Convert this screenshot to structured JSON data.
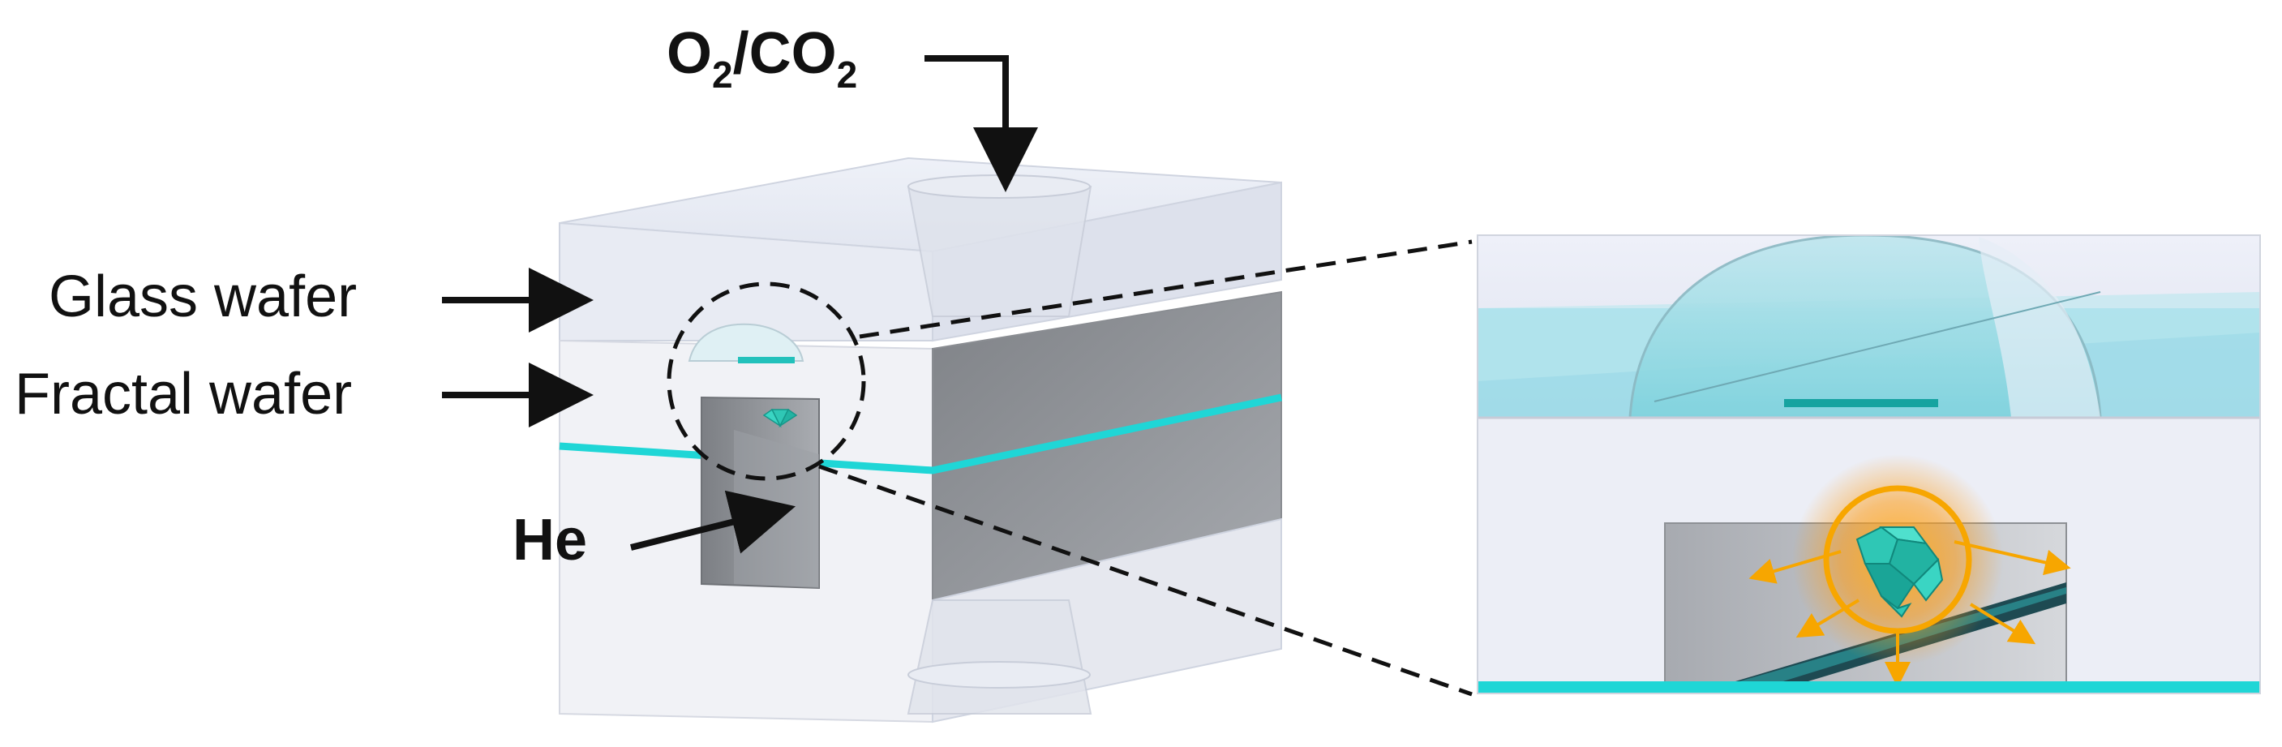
{
  "labels": {
    "gas_inlet_main": "O",
    "gas_inlet_sub1": "2",
    "gas_inlet_slash": "/CO",
    "gas_inlet_sub2": "2",
    "glass_wafer": "Glass wafer",
    "fractal_wafer": "Fractal wafer",
    "helium": "He"
  },
  "colors": {
    "channel_cyan": "#1fd6d6",
    "glow_orange": "#f7a600",
    "crystal_teal": "#2fc7b5",
    "chip_gray": "#8f9296",
    "glass_tint": "#e6eaf3"
  }
}
